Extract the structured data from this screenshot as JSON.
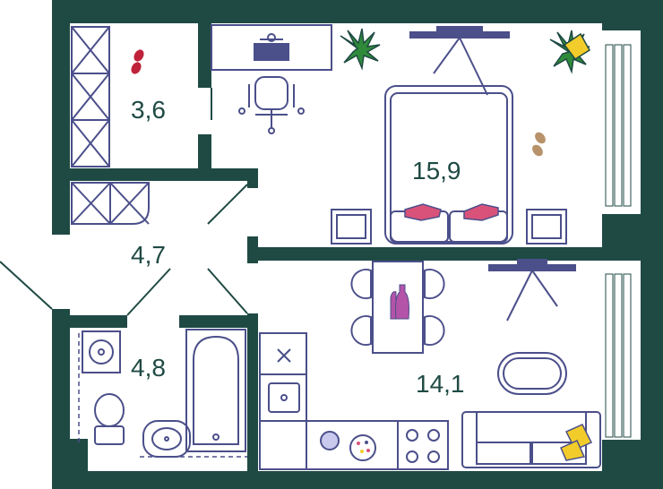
{
  "plan": {
    "colors": {
      "wall": "#1f4a44",
      "furniture": "#4b4f8a",
      "accent_pink": "#d9527a",
      "accent_yellow": "#f2cc2a",
      "plant": "#2f8a3a",
      "footprint_red": "#c0223a",
      "footprint_tan": "#b8926a",
      "vase": "#b454a8"
    },
    "rooms": [
      {
        "id": "dressing",
        "area": "3,6"
      },
      {
        "id": "hall",
        "area": "4,7"
      },
      {
        "id": "bathroom",
        "area": "4,8"
      },
      {
        "id": "bedroom",
        "area": "15,9"
      },
      {
        "id": "kitchen-living",
        "area": "14,1"
      }
    ],
    "icons": [
      "wardrobe-icon",
      "desk-icon",
      "chair-icon",
      "plant-icon",
      "tv-icon",
      "bed-icon",
      "pillow-icon",
      "nightstand-icon",
      "footprints-icon",
      "dining-table-icon",
      "vase-icon",
      "sink-icon",
      "stove-icon",
      "sofa-icon",
      "bathtub-icon",
      "toilet-icon",
      "washing-machine-icon",
      "coffee-table-icon"
    ]
  }
}
